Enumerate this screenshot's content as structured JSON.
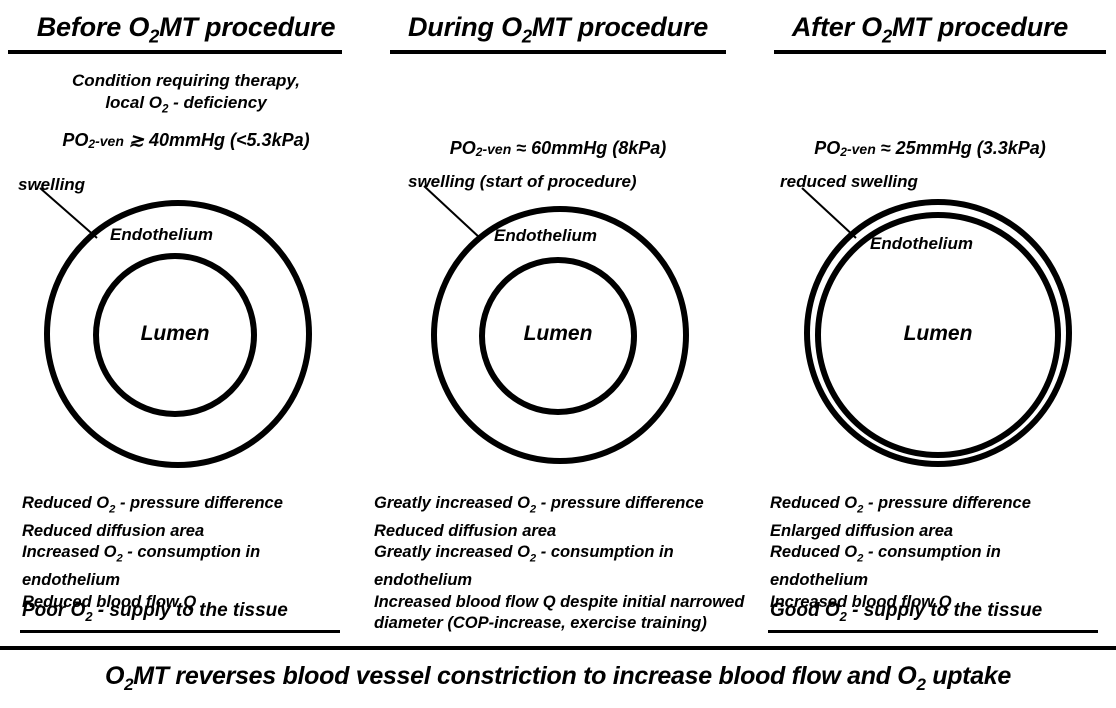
{
  "diagram": {
    "footer_statement": "O₂MT reverses blood vessel constriction to increase blood flow and O₂ uptake",
    "columns": [
      {
        "id": "before",
        "title": "Before O₂MT procedure",
        "condition_line1": "Condition requiring therapy,",
        "condition_line2": "local O₂ - deficiency",
        "po2_label": "PO₂-ven",
        "po2_relation": "≳",
        "po2_value": "40mmHg (<5.3kPa)",
        "swelling_label": "swelling",
        "endothelium_label": "Endothelium",
        "lumen_label": "Lumen",
        "bullets": [
          "Reduced O₂ - pressure difference",
          "Reduced diffusion area",
          "Increased O₂ - consumption in",
          "endothelium",
          "Reduced blood flow Q"
        ],
        "summary": "Poor O₂ - supply to the tissue",
        "summary_underlined": true
      },
      {
        "id": "during",
        "title": "During O₂MT procedure",
        "condition_line1": "",
        "condition_line2": "",
        "po2_label": "PO₂-ven",
        "po2_relation": "≈",
        "po2_value": "60mmHg (8kPa)",
        "swelling_label": "swelling (start of procedure)",
        "endothelium_label": "Endothelium",
        "lumen_label": "Lumen",
        "bullets": [
          "Greatly increased O₂ - pressure difference",
          "Reduced diffusion area",
          "Greatly increased O₂ - consumption in",
          "endothelium",
          "Increased blood flow Q despite initial narrowed",
          "diameter (COP-increase, exercise training)"
        ],
        "summary": "",
        "summary_underlined": false
      },
      {
        "id": "after",
        "title": "After O₂MT procedure",
        "condition_line1": "",
        "condition_line2": "",
        "po2_label": "PO₂-ven",
        "po2_relation": "≈",
        "po2_value": "25mmHg (3.3kPa)",
        "swelling_label": "reduced swelling",
        "endothelium_label": "Endothelium",
        "lumen_label": "Lumen",
        "bullets": [
          "Reduced O₂ - pressure difference",
          "Enlarged diffusion area",
          "Reduced O₂ - consumption in",
          "endothelium",
          "Increased blood flow Q"
        ],
        "summary": "Good O₂ - supply to the tissue",
        "summary_underlined": true
      }
    ],
    "colors": {
      "ink": "#000000",
      "background": "#ffffff"
    }
  }
}
